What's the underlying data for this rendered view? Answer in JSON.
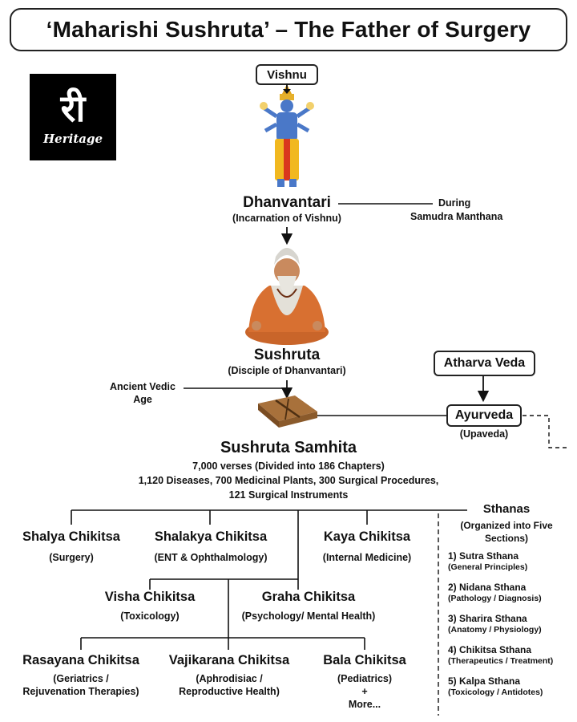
{
  "title": "‘Maharishi Sushruta’ – The Father of Surgery",
  "logo": {
    "glyph": "री",
    "text": "Heritage"
  },
  "vishnu": {
    "label": "Vishnu"
  },
  "dhanvantari": {
    "name": "Dhanvantari",
    "sub": "(Incarnation of Vishnu)",
    "note1": "During",
    "note2": "Samudra Manthana"
  },
  "sushruta": {
    "name": "Sushruta",
    "sub": "(Disciple of Dhanvantari)",
    "age1": "Ancient Vedic",
    "age2": "Age"
  },
  "atharva": {
    "label": "Atharva Veda"
  },
  "ayurveda": {
    "label": "Ayurveda",
    "sub": "(Upaveda)"
  },
  "samhita": {
    "name": "Sushruta Samhita",
    "line1": "7,000 verses (Divided into 186 Chapters)",
    "line2": "1,120 Diseases, 700 Medicinal Plants, 300 Surgical Procedures,",
    "line3": "121 Surgical Instruments"
  },
  "branches": [
    {
      "name": "Shalya Chikitsa",
      "sub1": "(Surgery)",
      "sub2": "",
      "sub3": ""
    },
    {
      "name": "Shalakya Chikitsa",
      "sub1": "(ENT & Ophthalmology)",
      "sub2": "",
      "sub3": ""
    },
    {
      "name": "Kaya Chikitsa",
      "sub1": "(Internal Medicine)",
      "sub2": "",
      "sub3": ""
    },
    {
      "name": "Visha Chikitsa",
      "sub1": "(Toxicology)",
      "sub2": "",
      "sub3": ""
    },
    {
      "name": "Graha Chikitsa",
      "sub1": "(Psychology/ Mental Health)",
      "sub2": "",
      "sub3": ""
    },
    {
      "name": "Rasayana Chikitsa",
      "sub1": "(Geriatrics /",
      "sub2": "Rejuvenation Therapies)",
      "sub3": ""
    },
    {
      "name": "Vajikarana Chikitsa",
      "sub1": "(Aphrodisiac /",
      "sub2": "Reproductive Health)",
      "sub3": ""
    },
    {
      "name": "Bala Chikitsa",
      "sub1": "(Pediatrics)",
      "sub2": "+",
      "sub3": "More..."
    }
  ],
  "sthanas": {
    "title": "Sthanas",
    "sub1": "(Organized into Five",
    "sub2": "Sections)",
    "items": [
      {
        "name": "1) Sutra Sthana",
        "desc": "(General Principles)"
      },
      {
        "name": "2) Nidana Sthana",
        "desc": "(Pathology / Diagnosis)"
      },
      {
        "name": "3) Sharira Sthana",
        "desc": "(Anatomy / Physiology)"
      },
      {
        "name": "4) Chikitsa Sthana",
        "desc": "(Therapeutics / Treatment)"
      },
      {
        "name": "5) Kalpa Sthana",
        "desc": "(Toxicology / Antidotes)"
      }
    ]
  }
}
